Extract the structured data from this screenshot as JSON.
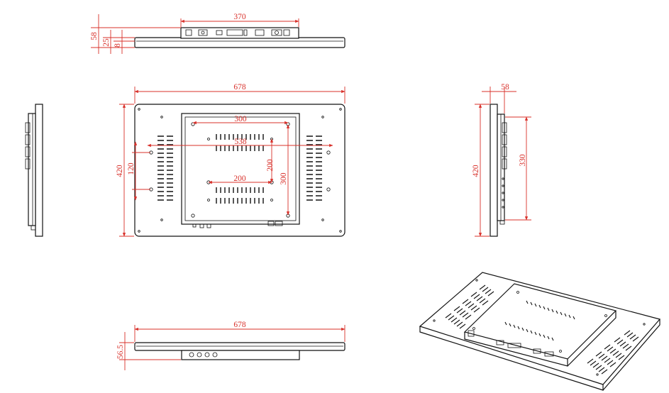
{
  "dimensions": {
    "top_view": {
      "width": "370",
      "height_total": "58",
      "height_a": "25",
      "height_b": "8"
    },
    "front_view": {
      "width": "678",
      "height": "420",
      "vesa_h": "300",
      "vesa_v": "300",
      "hole_spacing_h": "538",
      "hole_spacing_v": "120",
      "inner_v": "200",
      "inner_h": "200"
    },
    "side_view": {
      "depth": "58",
      "height": "420",
      "height_mount": "330"
    },
    "bottom_view": {
      "width": "678",
      "depth": "56.5"
    }
  },
  "colors": {
    "dimension": "#d8302a",
    "outline": "#111111"
  }
}
